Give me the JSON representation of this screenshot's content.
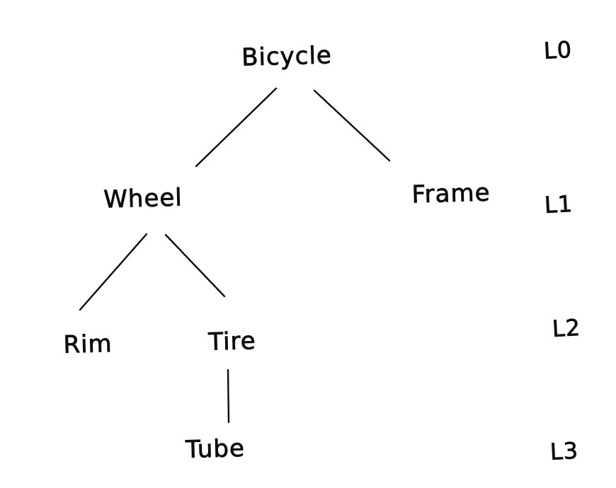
{
  "canvas": {
    "background_color": "#ffffff",
    "ink_color": "#0d0d0d"
  },
  "diagram": {
    "type": "tree",
    "nodes": {
      "bicycle": {
        "label": "Bicycle",
        "level": 0
      },
      "wheel": {
        "label": "Wheel",
        "level": 1
      },
      "frame": {
        "label": "Frame",
        "level": 1
      },
      "rim": {
        "label": "Rim",
        "level": 2
      },
      "tire": {
        "label": "Tire",
        "level": 2
      },
      "tube": {
        "label": "Tube",
        "level": 3
      }
    },
    "edges": [
      {
        "from": "Bicycle",
        "to": "Wheel"
      },
      {
        "from": "Bicycle",
        "to": "Frame"
      },
      {
        "from": "Wheel",
        "to": "Rim"
      },
      {
        "from": "Wheel",
        "to": "Tire"
      },
      {
        "from": "Tire",
        "to": "Tube"
      }
    ],
    "level_labels": {
      "l0": "L0",
      "l1": "L1",
      "l2": "L2",
      "l3": "L3"
    }
  }
}
